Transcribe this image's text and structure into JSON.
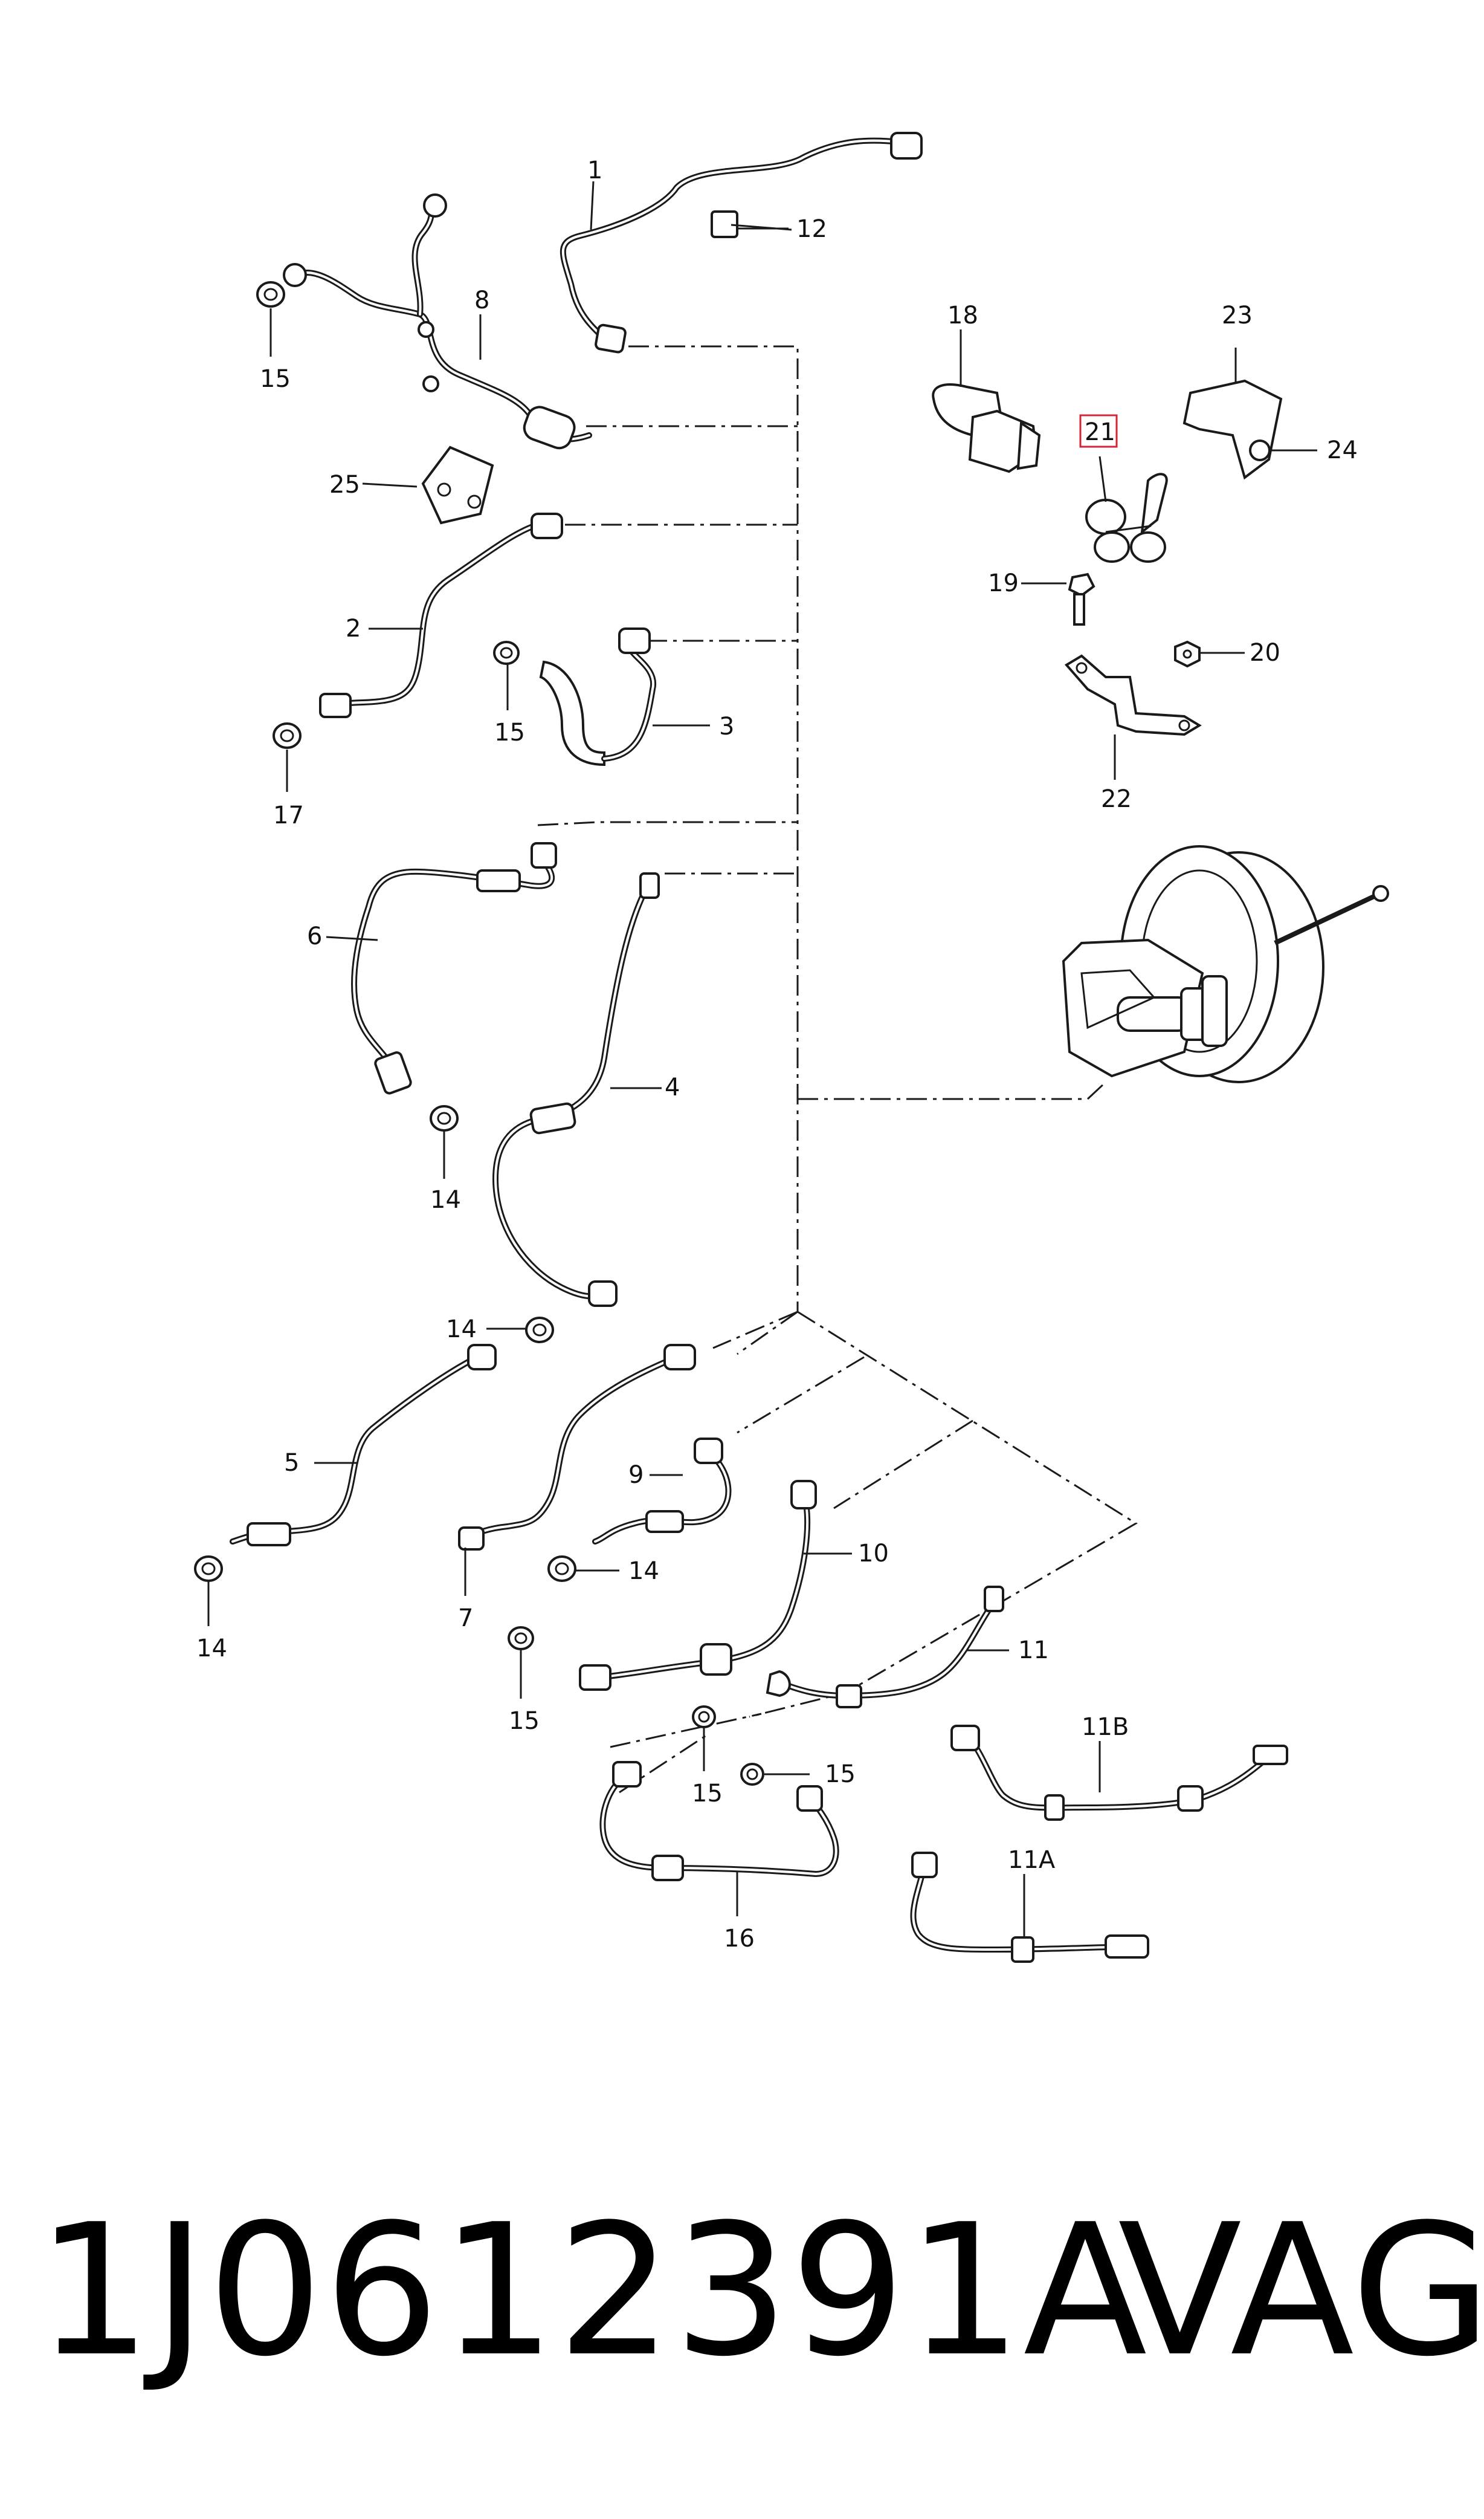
{
  "callouts": {
    "c1": "1",
    "c2": "2",
    "c3": "3",
    "c4": "4",
    "c5": "5",
    "c6": "6",
    "c7": "7",
    "c8": "8",
    "c9": "9",
    "c10": "10",
    "c11": "11",
    "c11a": "11A",
    "c11b": "11B",
    "c12": "12",
    "c14a": "14",
    "c14b": "14",
    "c14c": "14",
    "c14d": "14",
    "c15a": "15",
    "c15b": "15",
    "c15c": "15",
    "c15d": "15",
    "c15e": "15",
    "c16": "16",
    "c17": "17",
    "c18": "18",
    "c19": "19",
    "c20": "20",
    "c21": "21",
    "c22": "22",
    "c23": "23",
    "c24": "24",
    "c25": "25"
  },
  "highlight_color": "#d4263a",
  "footer": {
    "part_number": "1J0612391A",
    "brand": "VAG"
  }
}
